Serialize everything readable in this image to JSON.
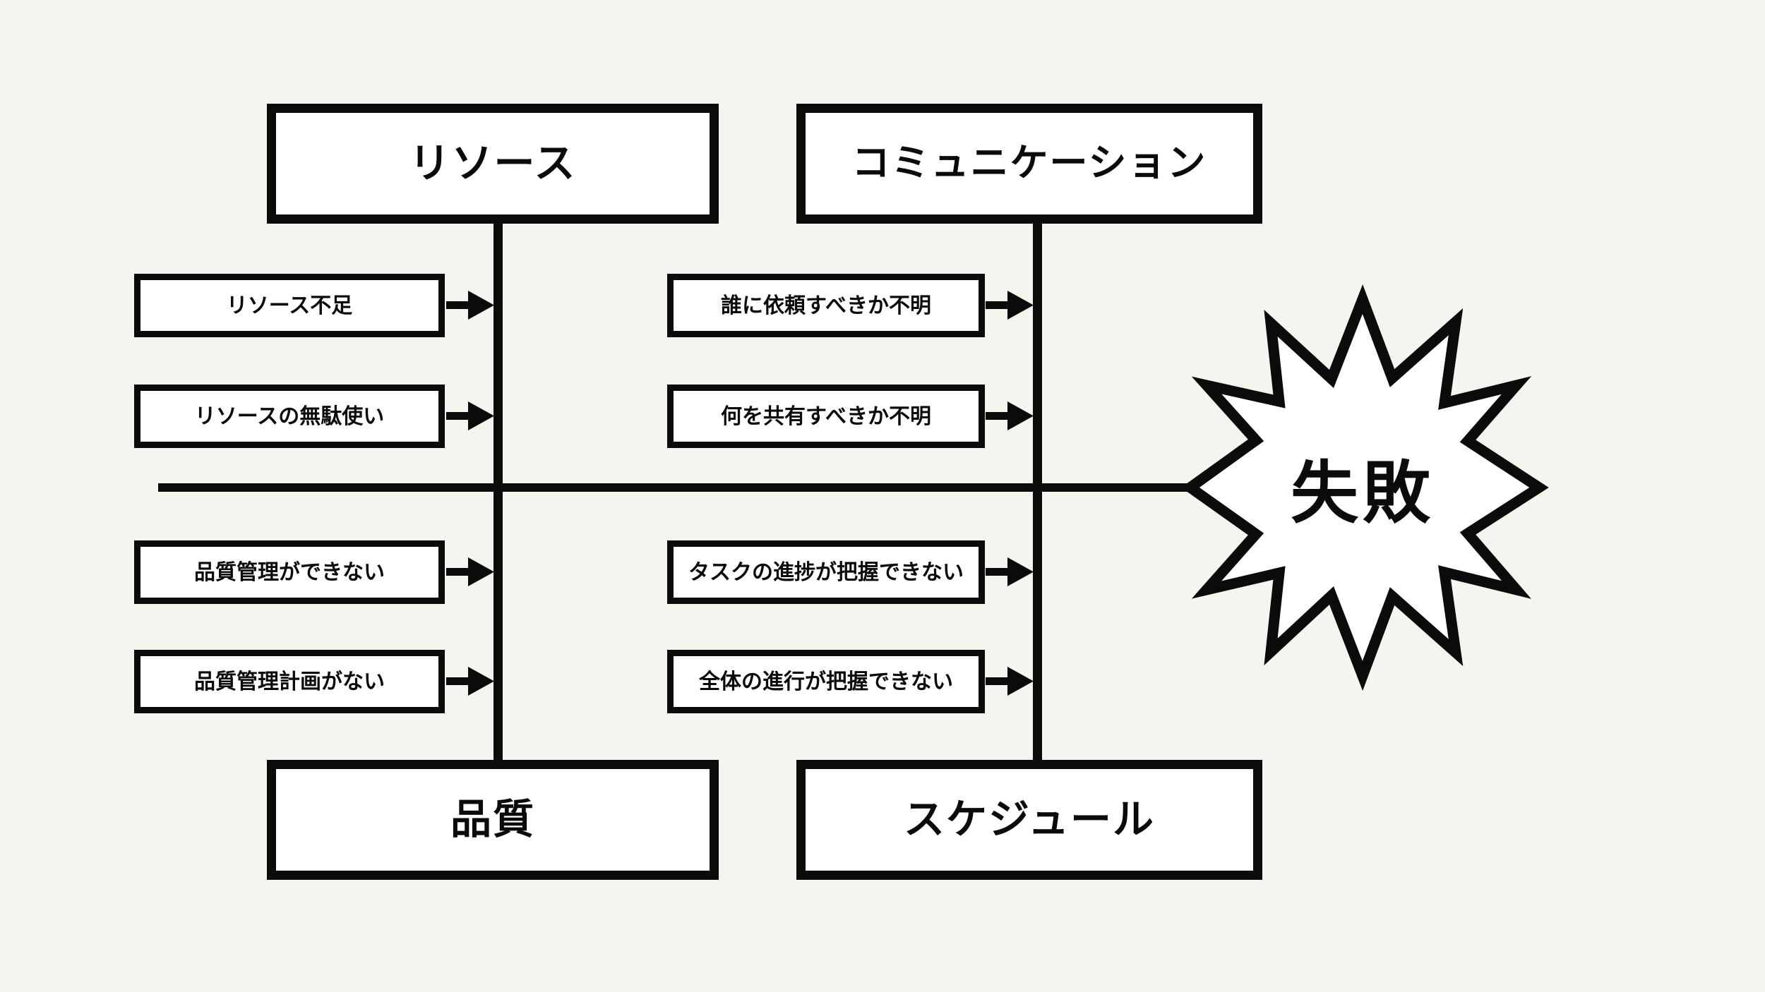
{
  "diagram": {
    "type": "fishbone-cause-and-effect",
    "background_color": "#f5f4ef",
    "line_color": "#0b0b0b",
    "node_fill_color": "#ffffff",
    "effect": {
      "label": "失敗",
      "shape": "starburst-12-point"
    },
    "categories": [
      {
        "id": "resource",
        "label": "リソース",
        "position": "top-left",
        "causes": [
          {
            "label": "リソース不足"
          },
          {
            "label": "リソースの無駄使い"
          }
        ]
      },
      {
        "id": "communication",
        "label": "コミュニケーション",
        "position": "top-right",
        "causes": [
          {
            "label": "誰に依頼すべきか不明"
          },
          {
            "label": "何を共有すべきか不明"
          }
        ]
      },
      {
        "id": "quality",
        "label": "品質",
        "position": "bottom-left",
        "causes": [
          {
            "label": "品質管理ができない"
          },
          {
            "label": "品質管理計画がない"
          }
        ]
      },
      {
        "id": "schedule",
        "label": "スケジュール",
        "position": "bottom-right",
        "causes": [
          {
            "label": "タスクの進捗が把握できない"
          },
          {
            "label": "全体の進行が把握できない"
          }
        ]
      }
    ]
  }
}
